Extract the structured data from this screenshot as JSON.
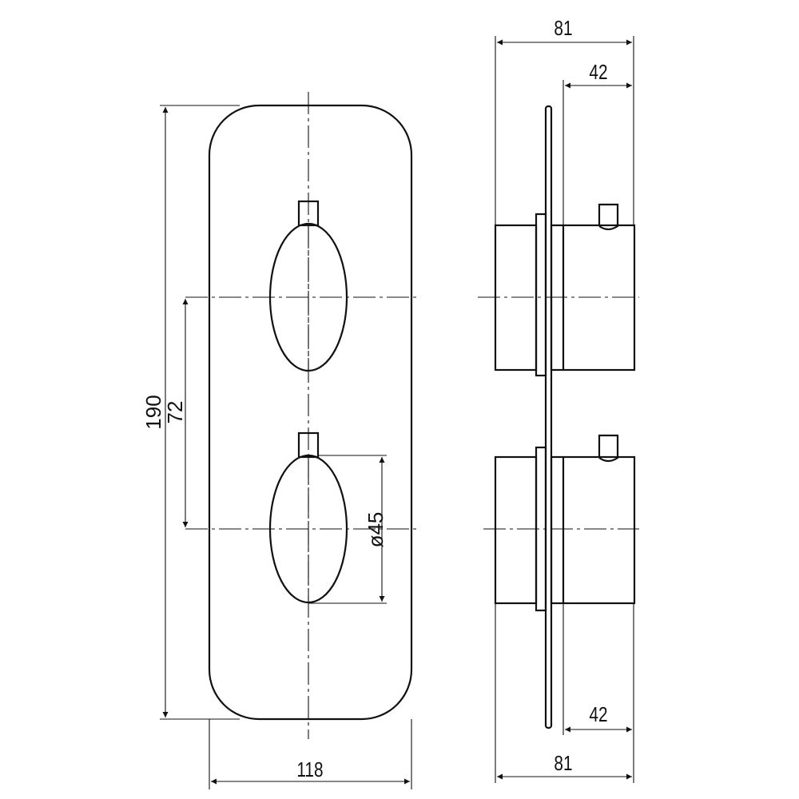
{
  "drawing": {
    "front_view": {
      "height_dim": "190",
      "spacing_dim": "72",
      "knob_diameter_dim": "ø45",
      "width_dim": "118"
    },
    "side_view": {
      "top_total_depth_dim": "81",
      "top_projection_dim": "42",
      "bottom_projection_dim": "42",
      "bottom_total_depth_dim": "81"
    }
  }
}
